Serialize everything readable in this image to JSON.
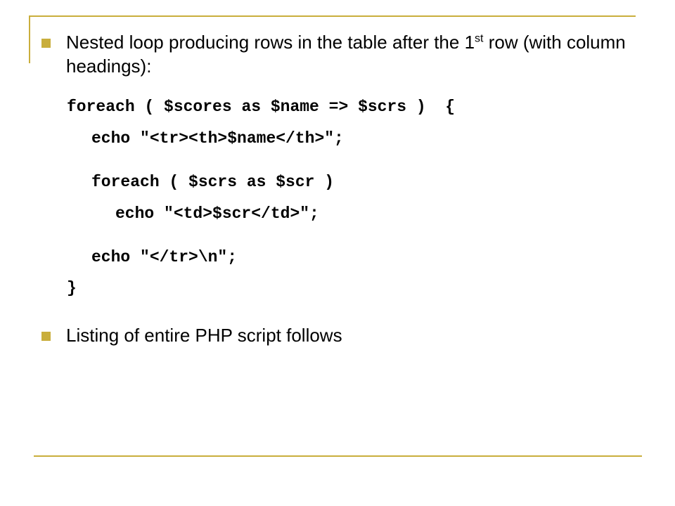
{
  "bullets": [
    {
      "text_before_sup": "Nested loop producing rows in the table after the 1",
      "sup": "st",
      "text_after_sup": " row (with column headings):"
    },
    {
      "text": "Listing of entire PHP script follows"
    }
  ],
  "code_lines": [
    "foreach ( $scores as $name => $scrs )  {",
    "echo \"<tr><th>$name</th>\";",
    "foreach ( $scrs as $scr )",
    "echo \"<td>$scr</td>\";",
    "echo \"</tr>\\n\";",
    "}"
  ],
  "colors": {
    "accent": "#c9ae3c",
    "text": "#000000",
    "background": "#ffffff"
  }
}
